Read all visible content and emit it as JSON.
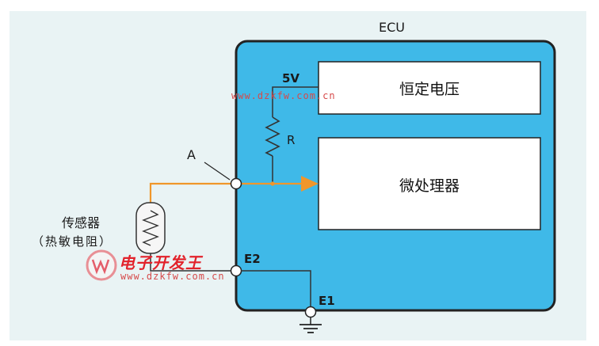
{
  "diagram": {
    "ecu_label": "ECU",
    "constant_voltage_label": "恒定电压",
    "microprocessor_label": "微处理器",
    "voltage_label": "5V",
    "resistor_label": "R",
    "node_a_label": "A",
    "terminal_e2_label": "E2",
    "terminal_e1_label": "E1",
    "sensor_label_line1": "传感器",
    "sensor_label_line2": "（热敏电阻）"
  },
  "watermark": {
    "url_top": "www.dzkfw.com.cn",
    "url_bottom": "www.dzkfw.com.cn",
    "brand": "电子开发王"
  },
  "colors": {
    "background": "#e9f3f4",
    "ecu_fill": "#3fb9e8",
    "ecu_border": "#222222",
    "signal_line": "#f0962a",
    "wire": "#333333"
  }
}
